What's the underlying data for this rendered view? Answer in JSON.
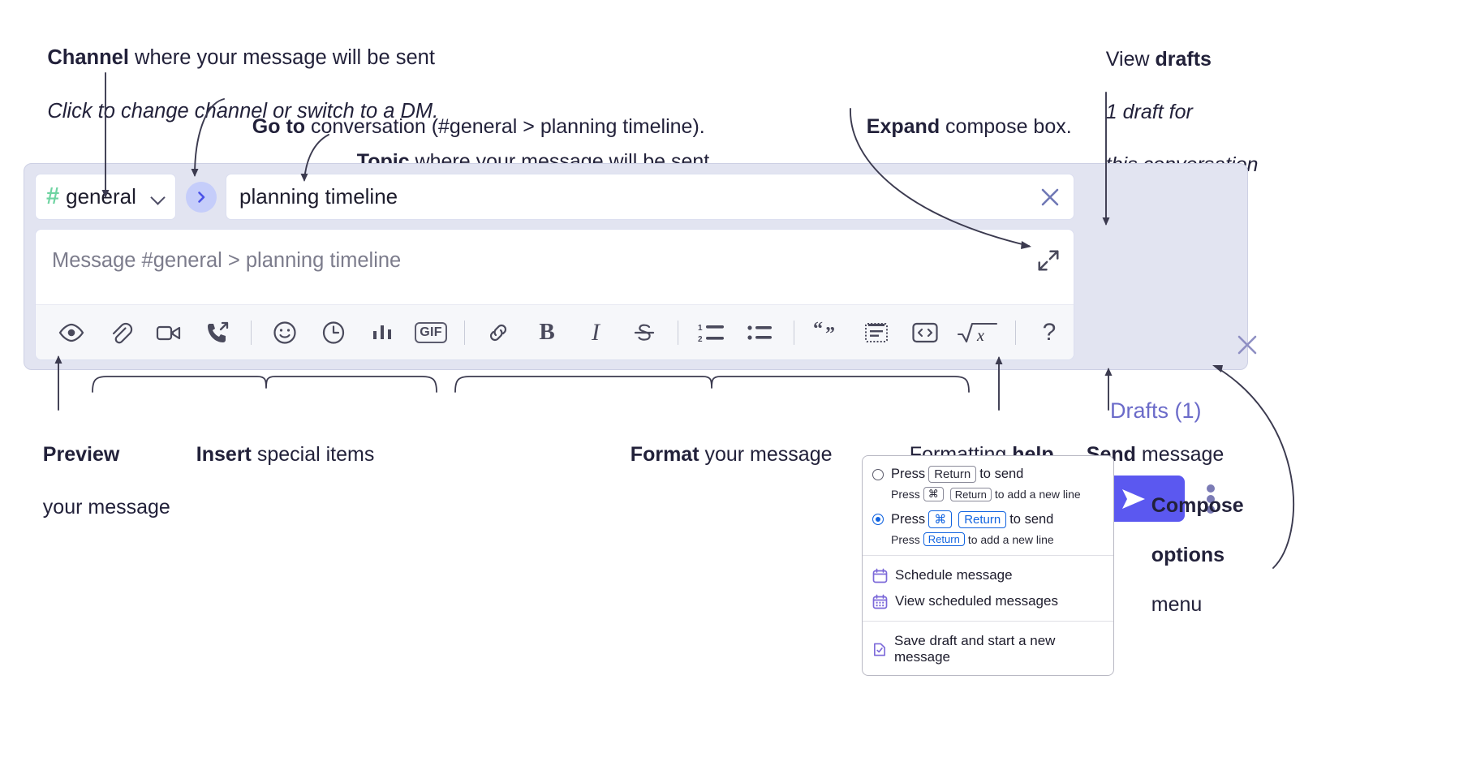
{
  "annotations": {
    "channel": {
      "bold": "Channel",
      "rest": " where your message will be sent",
      "italic": "Click to change channel or switch to a DM."
    },
    "goto": {
      "bold": "Go to",
      "rest": " conversation (#general > planning timeline)."
    },
    "topic": {
      "bold": "Topic",
      "rest": " where your message will be sent"
    },
    "expand": {
      "bold": "Expand",
      "rest": " compose box."
    },
    "drafts": {
      "prefix": "View ",
      "bold": "drafts",
      "italic1": "1 draft for",
      "italic2": "this conversation"
    },
    "preview": {
      "bold": "Preview",
      "rest": "your message"
    },
    "insert": {
      "bold": "Insert",
      "rest": " special items"
    },
    "format": {
      "bold": "Format",
      "rest": " your message"
    },
    "help": {
      "prefix": "Formatting ",
      "bold": "help"
    },
    "send": {
      "bold": "Send",
      "rest": " message"
    },
    "compose_options": {
      "bold1": "Compose",
      "bold2": "options",
      "rest": "menu"
    }
  },
  "compose": {
    "channel_button": {
      "hash": "#",
      "label": "general"
    },
    "goto_button_name": "Go to conversation",
    "topic_value": "planning timeline",
    "topic_clear_label": "Clear topic",
    "message_placeholder": "Message #general > planning timeline",
    "expand_label": "Expand compose box",
    "drafts_label": "Drafts (1)",
    "close_label": "Close",
    "send_label": "Send message",
    "kebab_label": "Compose options",
    "toolbar": [
      {
        "name": "preview-icon",
        "label": "Preview"
      },
      {
        "name": "attachment-icon",
        "label": "Attach file"
      },
      {
        "name": "video-icon",
        "label": "Record video clip"
      },
      {
        "name": "call-icon",
        "label": "Start call"
      },
      {
        "name": "separator",
        "label": ""
      },
      {
        "name": "emoji-icon",
        "label": "Emoji"
      },
      {
        "name": "clock-icon",
        "label": "Reminder"
      },
      {
        "name": "poll-icon",
        "label": "Poll"
      },
      {
        "name": "gif-icon",
        "label": "GIF"
      },
      {
        "name": "separator",
        "label": ""
      },
      {
        "name": "link-icon",
        "label": "Link"
      },
      {
        "name": "bold-icon",
        "label": "B"
      },
      {
        "name": "italic-icon",
        "label": "I"
      },
      {
        "name": "strikethrough-icon",
        "label": "Strikethrough"
      },
      {
        "name": "separator",
        "label": ""
      },
      {
        "name": "ordered-list-icon",
        "label": "Ordered list"
      },
      {
        "name": "bulleted-list-icon",
        "label": "Bulleted list"
      },
      {
        "name": "separator",
        "label": ""
      },
      {
        "name": "blockquote-icon",
        "label": "Blockquote"
      },
      {
        "name": "code-block-icon",
        "label": "Code block"
      },
      {
        "name": "code-icon",
        "label": "Code"
      },
      {
        "name": "math-icon",
        "label": "Math"
      },
      {
        "name": "separator",
        "label": ""
      },
      {
        "name": "help-icon",
        "label": "?"
      }
    ]
  },
  "menu": {
    "option1": {
      "press": "Press",
      "key": "Return",
      "suffix": "to send",
      "selected": false
    },
    "option1_sub": {
      "press": "Press",
      "key1": "⌘",
      "key2": "Return",
      "suffix": "to add a new line"
    },
    "option2": {
      "press": "Press",
      "key1": "⌘",
      "key2": "Return",
      "suffix": "to send",
      "selected": true
    },
    "option2_sub": {
      "press": "Press",
      "key": "Return",
      "suffix": "to add a new line"
    },
    "items": [
      {
        "icon": "calendar-icon",
        "label": "Schedule message"
      },
      {
        "icon": "calendar-grid-icon",
        "label": "View scheduled messages"
      },
      {
        "icon": "save-draft-icon",
        "label": "Save draft and start a new message"
      }
    ]
  },
  "colors": {
    "accent": "#5b58f0",
    "panel": "#e2e4f1",
    "drafts_text": "#6b6bc9",
    "hash_green": "#6fd4a2",
    "radio_blue": "#1264e0"
  }
}
